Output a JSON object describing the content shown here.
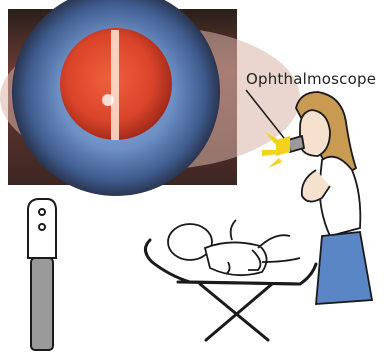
{
  "labels": {
    "instrument": "Ophthalmoscope"
  },
  "colors": {
    "pupil_red": "#d9442a",
    "iris_blue": "#6d8fc4",
    "beam_yellow": "#f2d21c",
    "scrub_blue": "#5b86c6",
    "hair": "#c89a52",
    "skin": "#f6e1cf",
    "instrument_grey": "#9a9a9a"
  },
  "icons": [
    "eye-photo",
    "ophthalmoscope-icon",
    "light-beam-icon",
    "examiner-figure",
    "infant-figure",
    "exam-cradle"
  ]
}
